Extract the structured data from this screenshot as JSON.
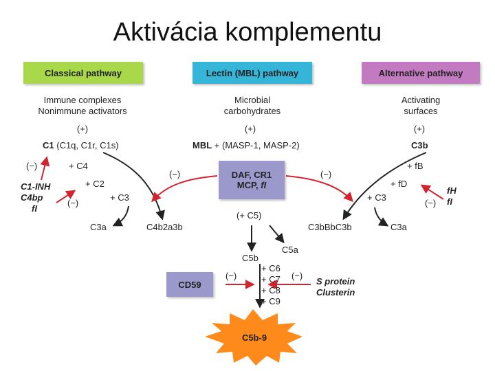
{
  "title": "Aktivácia komplementu",
  "colors": {
    "classical": "#a9d84a",
    "lectin": "#35b6d8",
    "alternative": "#c27ac0",
    "inhibitor_box": "#9b98cb",
    "burst": "#ff8a1c",
    "red_arrow": "#d3232f"
  },
  "pathways": {
    "classical": {
      "header": "Classical pathway",
      "activators": [
        "Immune complexes",
        "Nonimmune activators"
      ],
      "plus": "(+)",
      "c1_bold": "C1",
      "c1_rest": " (C1q, C1r, C1s)",
      "minus": "(−)",
      "add_c4": "+ C4",
      "add_c2": "+ C2",
      "add_c3": "+ C3",
      "inhibitors": [
        "C1-INH",
        "C4bp",
        "fI"
      ],
      "minus2": "(−)",
      "product_small": "C3a",
      "product_main": "C4b2a3b"
    },
    "lectin": {
      "header": "Lectin (MBL) pathway",
      "activators": [
        "Microbial",
        "carbohydrates"
      ],
      "plus": "(+)",
      "mbl_bold": "MBL",
      "mbl_rest": " + (MASP-1, MASP-2)"
    },
    "alternative": {
      "header": "Alternative pathway",
      "activators": [
        "Activating",
        "surfaces"
      ],
      "plus": "(+)",
      "c3b": "C3b",
      "minus": "(−)",
      "add_fb": "+ fB",
      "add_fd": "+ fD",
      "add_c3": "+ C3",
      "inhibitors": [
        "fH",
        "fI"
      ],
      "minus2": "(−)",
      "product_main": "C3bBbC3b",
      "product_small": "C3a"
    }
  },
  "center_inhibitors": {
    "line1": "DAF, CR1",
    "line2a": "MCP, ",
    "line2b": "fI"
  },
  "terminal": {
    "add_c5": "(+ C5)",
    "c5a": "C5a",
    "c5b": "C5b",
    "additions": [
      "+ C6",
      "+ C7",
      "+ C8",
      "+ C9"
    ],
    "cd59": "CD59",
    "left_minus": "(−)",
    "right_minus": "(−)",
    "right_inhibitors": [
      "S protein",
      "Clusterin"
    ],
    "mac": "C5b-9"
  }
}
